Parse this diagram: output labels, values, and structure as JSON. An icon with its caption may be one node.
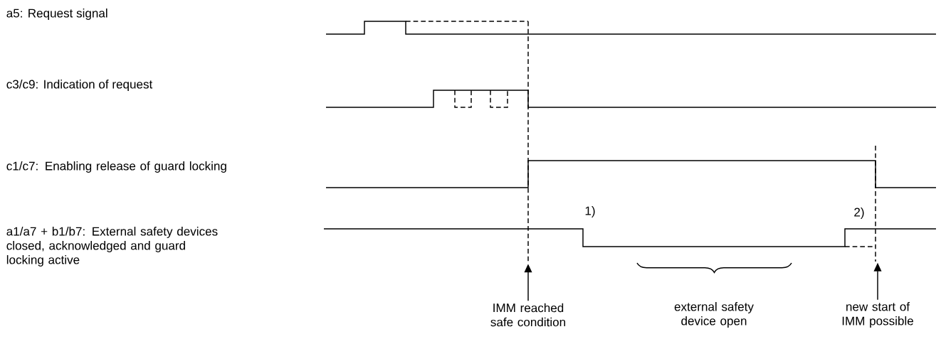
{
  "diagram": {
    "nodes": [
      {
        "text": [
          "IMM reached safe condition"
        ]
      },
      {
        "text": [
          "new start of IMM possible"
        ]
      }
    ],
    "edges": [
      {
        "from": 0,
        "to": null,
        "arrow": "to"
      },
      {
        "from": 1,
        "to": null,
        "arrow": "to"
      }
    ],
    "labels": [
      "a5: Request signal",
      "c3/c9: Indication of request",
      "c1/c7: Enabling release of guard locking",
      "a1/a7 + b1/b7: External safety devices closed, acknowledged and guard locking active",
      "1)",
      "2)",
      "external safety device open"
    ]
  }
}
